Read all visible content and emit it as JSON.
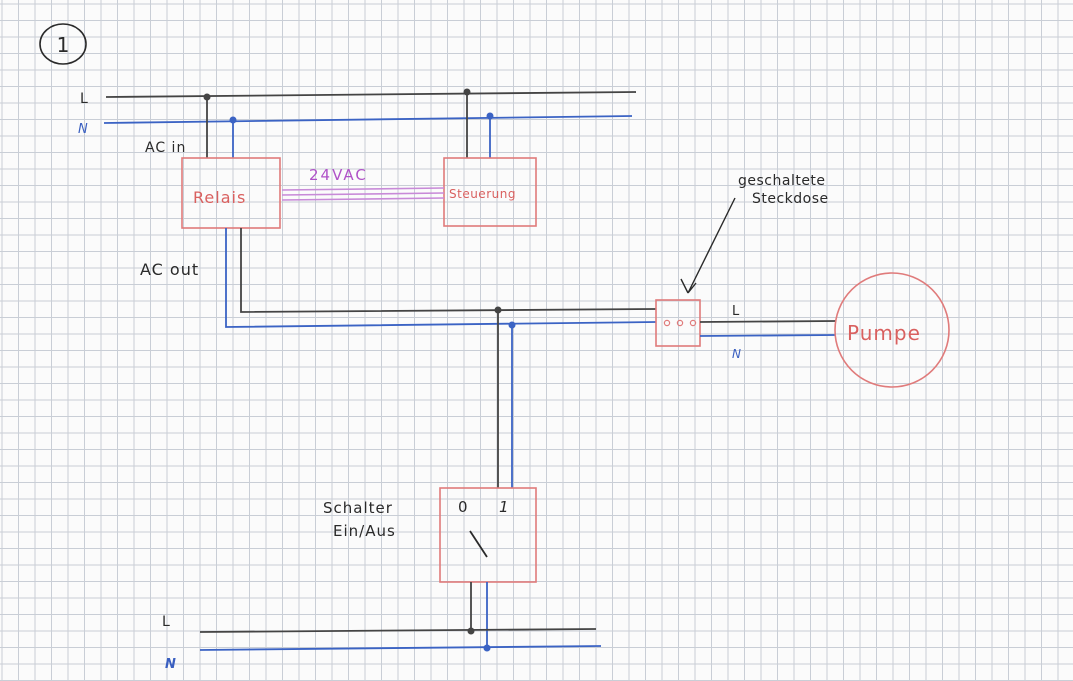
{
  "page_number": "1",
  "top_bus": {
    "l_label": "L",
    "n_label": "N"
  },
  "relay": {
    "label": "Relais",
    "input_label": "AC in",
    "output_label": "AC out"
  },
  "control": {
    "label": "Steuerung",
    "link_label": "24VAC"
  },
  "socket": {
    "note_line1": "geschaltete",
    "note_line2": "Steckdose",
    "l_label": "L",
    "n_label": "N"
  },
  "pump": {
    "label": "Pumpe"
  },
  "switch": {
    "label_line1": "Schalter",
    "label_line2": "Ein/Aus",
    "pos_off": "0",
    "pos_on": "1"
  },
  "bottom_bus": {
    "l_label": "L",
    "n_label": "N"
  },
  "colors": {
    "grid": "#c9ced6",
    "phase_wire": "#444444",
    "neutral_wire": "#3b63c4",
    "component": "#e07b7b",
    "control_link": "#c88ad8",
    "ink": "#2a2a2a"
  }
}
